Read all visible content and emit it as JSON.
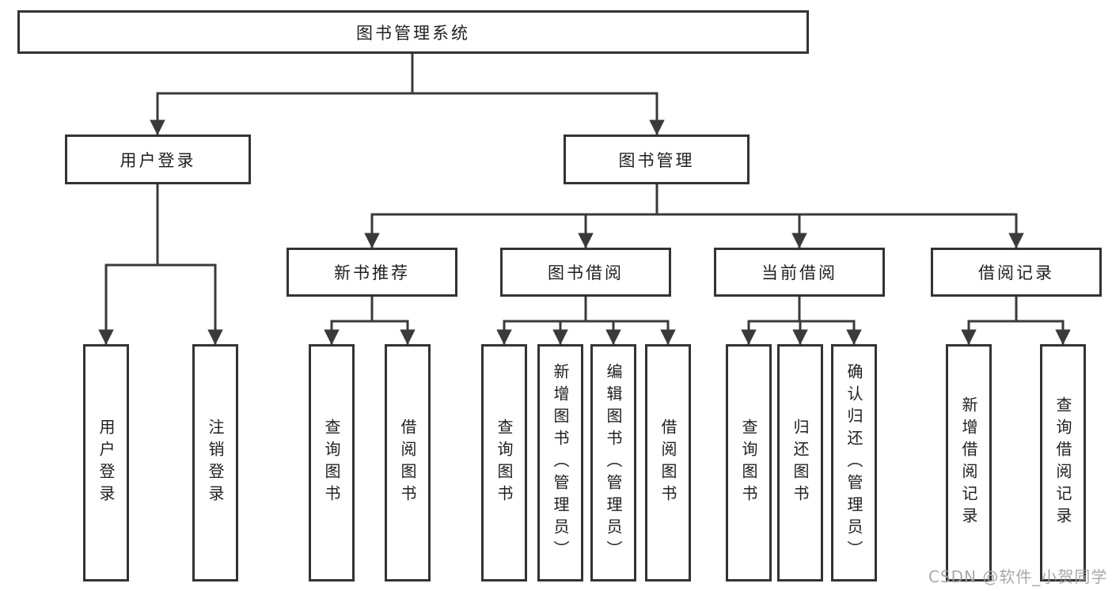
{
  "tree": {
    "root": "图书管理系统",
    "branches": [
      {
        "label": "用户登录",
        "leaves": [
          "用户登录",
          "注销登录"
        ]
      },
      {
        "label": "图书管理",
        "groups": [
          {
            "label": "新书推荐",
            "leaves": [
              "查询图书",
              "借阅图书"
            ]
          },
          {
            "label": "图书借阅",
            "leaves": [
              "查询图书",
              "新增图书（管理员）",
              "编辑图书（管理员）",
              "借阅图书"
            ]
          },
          {
            "label": "当前借阅",
            "leaves": [
              "查询图书",
              "归还图书",
              "确认归还（管理员）"
            ]
          },
          {
            "label": "借阅记录",
            "leaves": [
              "新增借阅记录",
              "查询借阅记录"
            ]
          }
        ]
      }
    ]
  },
  "watermark": "CSDN @软件_小贺同学",
  "colors": {
    "line": "#3a3a3a",
    "border": "#333333",
    "text": "#1f1f1f",
    "watermark": "#9e9e9e"
  }
}
